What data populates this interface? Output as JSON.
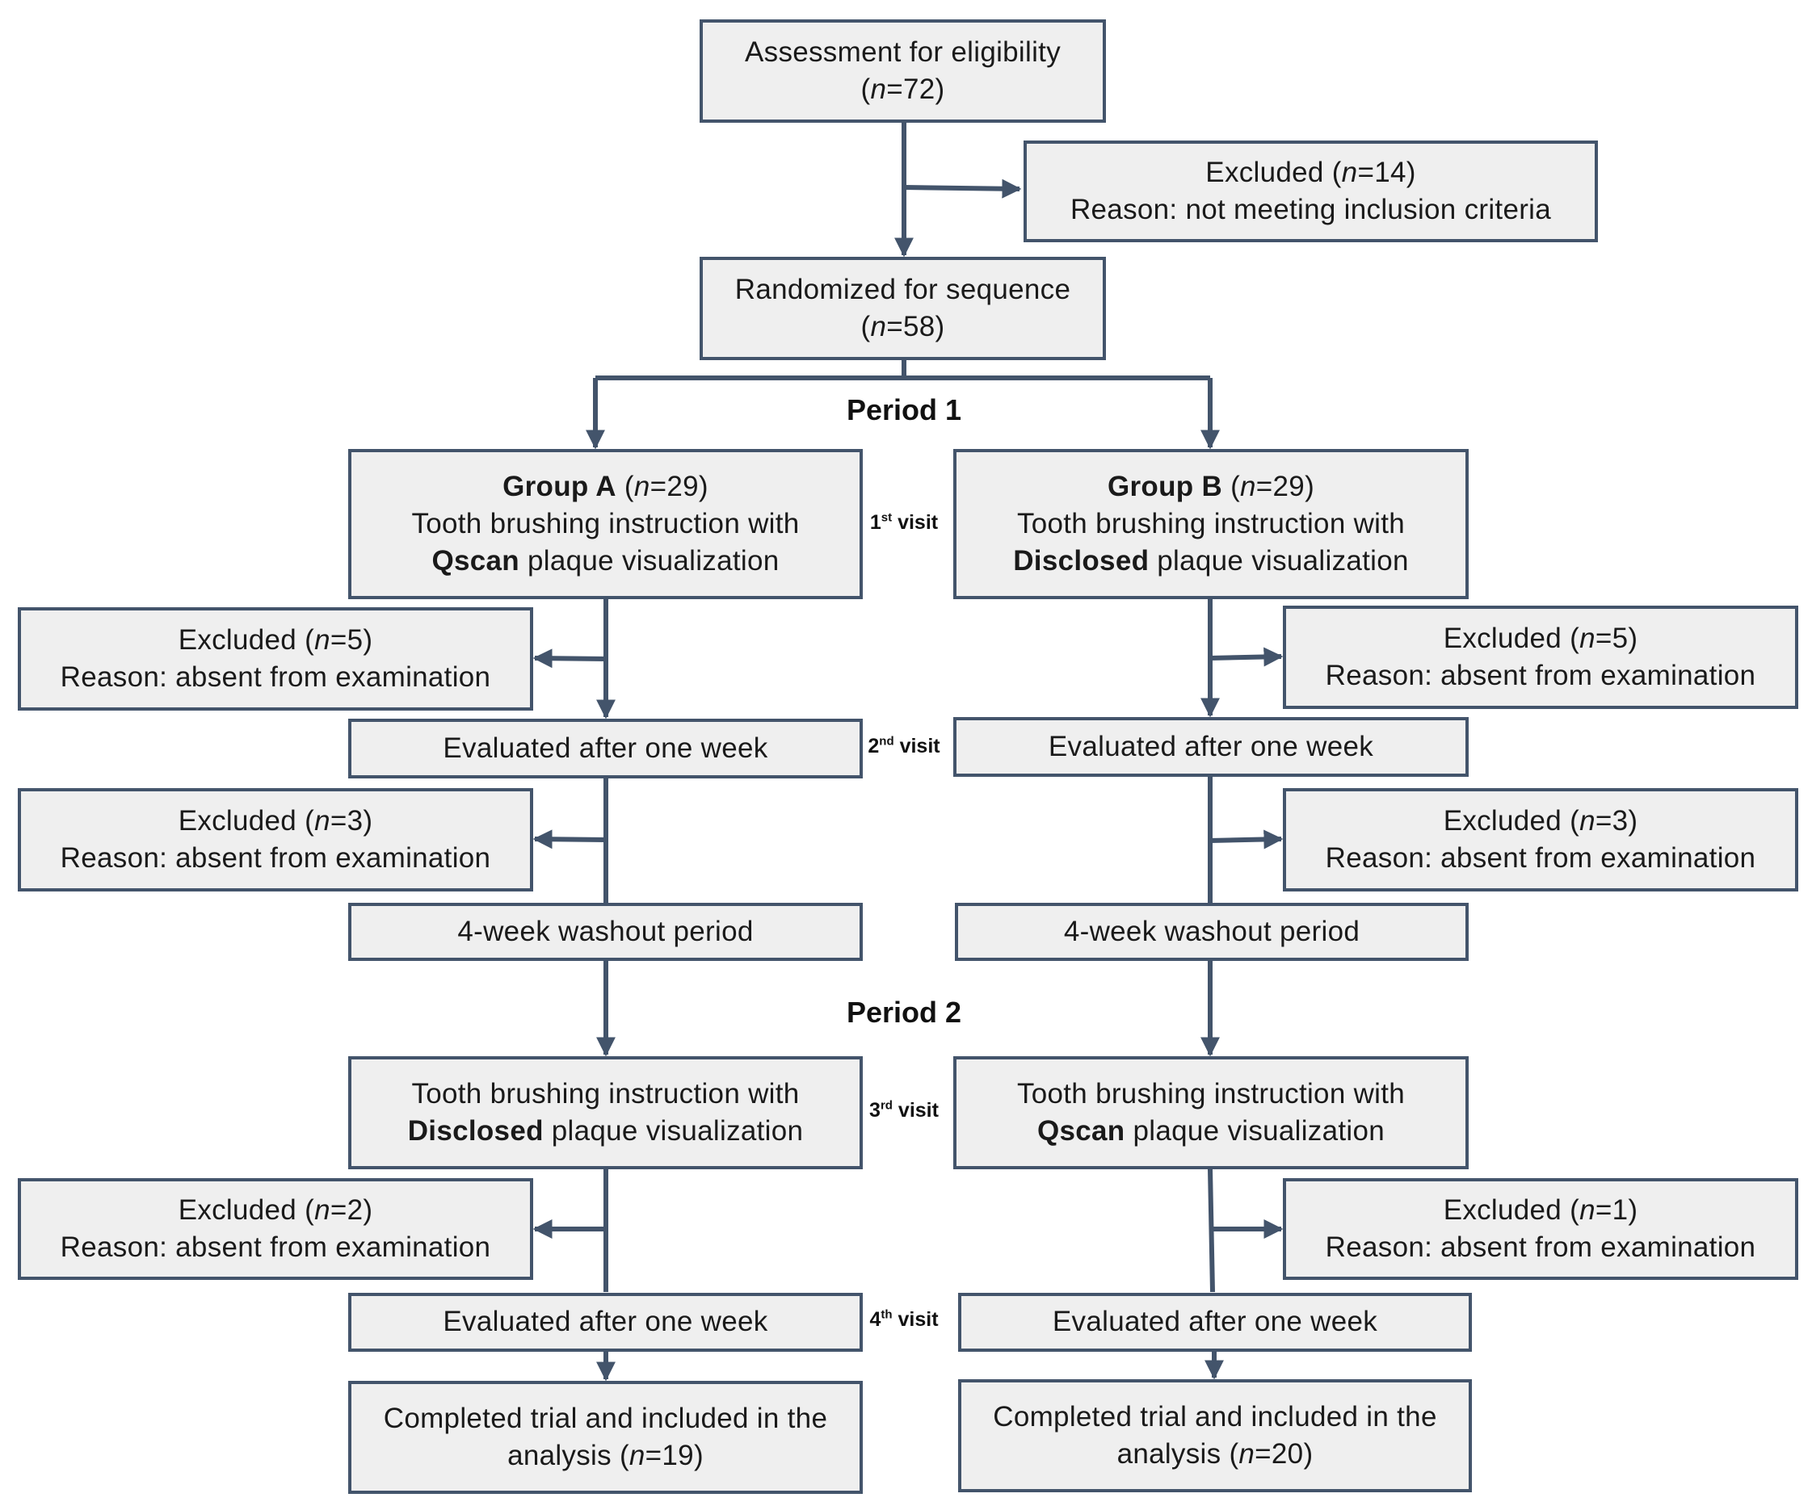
{
  "assessment": {
    "line1": "Assessment for eligibility",
    "n": "72"
  },
  "excluded_main": {
    "label": "Excluded",
    "n": "14",
    "reason": "Reason: not meeting inclusion criteria"
  },
  "randomized": {
    "line1": "Randomized for sequence",
    "n": "58"
  },
  "period1": "Period 1",
  "period2": "Period 2",
  "visits": [
    {
      "num": "1",
      "sup": "st",
      "word": "visit"
    },
    {
      "num": "2",
      "sup": "nd",
      "word": "visit"
    },
    {
      "num": "3",
      "sup": "rd",
      "word": "visit"
    },
    {
      "num": "4",
      "sup": "th",
      "word": "visit"
    }
  ],
  "group_a": {
    "name": "Group A",
    "n": "29",
    "line2": "Tooth brushing instruction with",
    "method": "Qscan",
    "line3_rest": "plaque visualization",
    "excluded1": {
      "label": "Excluded",
      "n": "5",
      "reason": "Reason: absent from examination"
    },
    "eval1": "Evaluated after one week",
    "excluded2": {
      "label": "Excluded",
      "n": "3",
      "reason": "Reason: absent from examination"
    },
    "washout": "4-week washout period",
    "p2_line1": "Tooth brushing instruction with",
    "p2_method": "Disclosed",
    "p2_rest": "plaque visualization",
    "excluded3": {
      "label": "Excluded",
      "n": "2",
      "reason": "Reason: absent from examination"
    },
    "eval2": "Evaluated after one week",
    "completed_line1": "Completed trial and included in the",
    "completed_word": "analysis",
    "completed_n": "19"
  },
  "group_b": {
    "name": "Group B",
    "n": "29",
    "line2": "Tooth brushing instruction with",
    "method": "Disclosed",
    "line3_rest": "plaque visualization",
    "excluded1": {
      "label": "Excluded",
      "n": "5",
      "reason": "Reason: absent from examination"
    },
    "eval1": "Evaluated after one week",
    "excluded2": {
      "label": "Excluded",
      "n": "3",
      "reason": "Reason: absent from examination"
    },
    "washout": "4-week washout period",
    "p2_line1": "Tooth brushing instruction with",
    "p2_method": "Qscan",
    "p2_rest": "plaque visualization",
    "excluded3": {
      "label": "Excluded",
      "n": "1",
      "reason": "Reason: absent from examination"
    },
    "eval2": "Evaluated after one week",
    "completed_line1": "Completed trial and included in the",
    "completed_word": "analysis",
    "completed_n": "20"
  },
  "colors": {
    "border": "#43546b",
    "box_fill": "#efefef",
    "line": "#43546b"
  }
}
